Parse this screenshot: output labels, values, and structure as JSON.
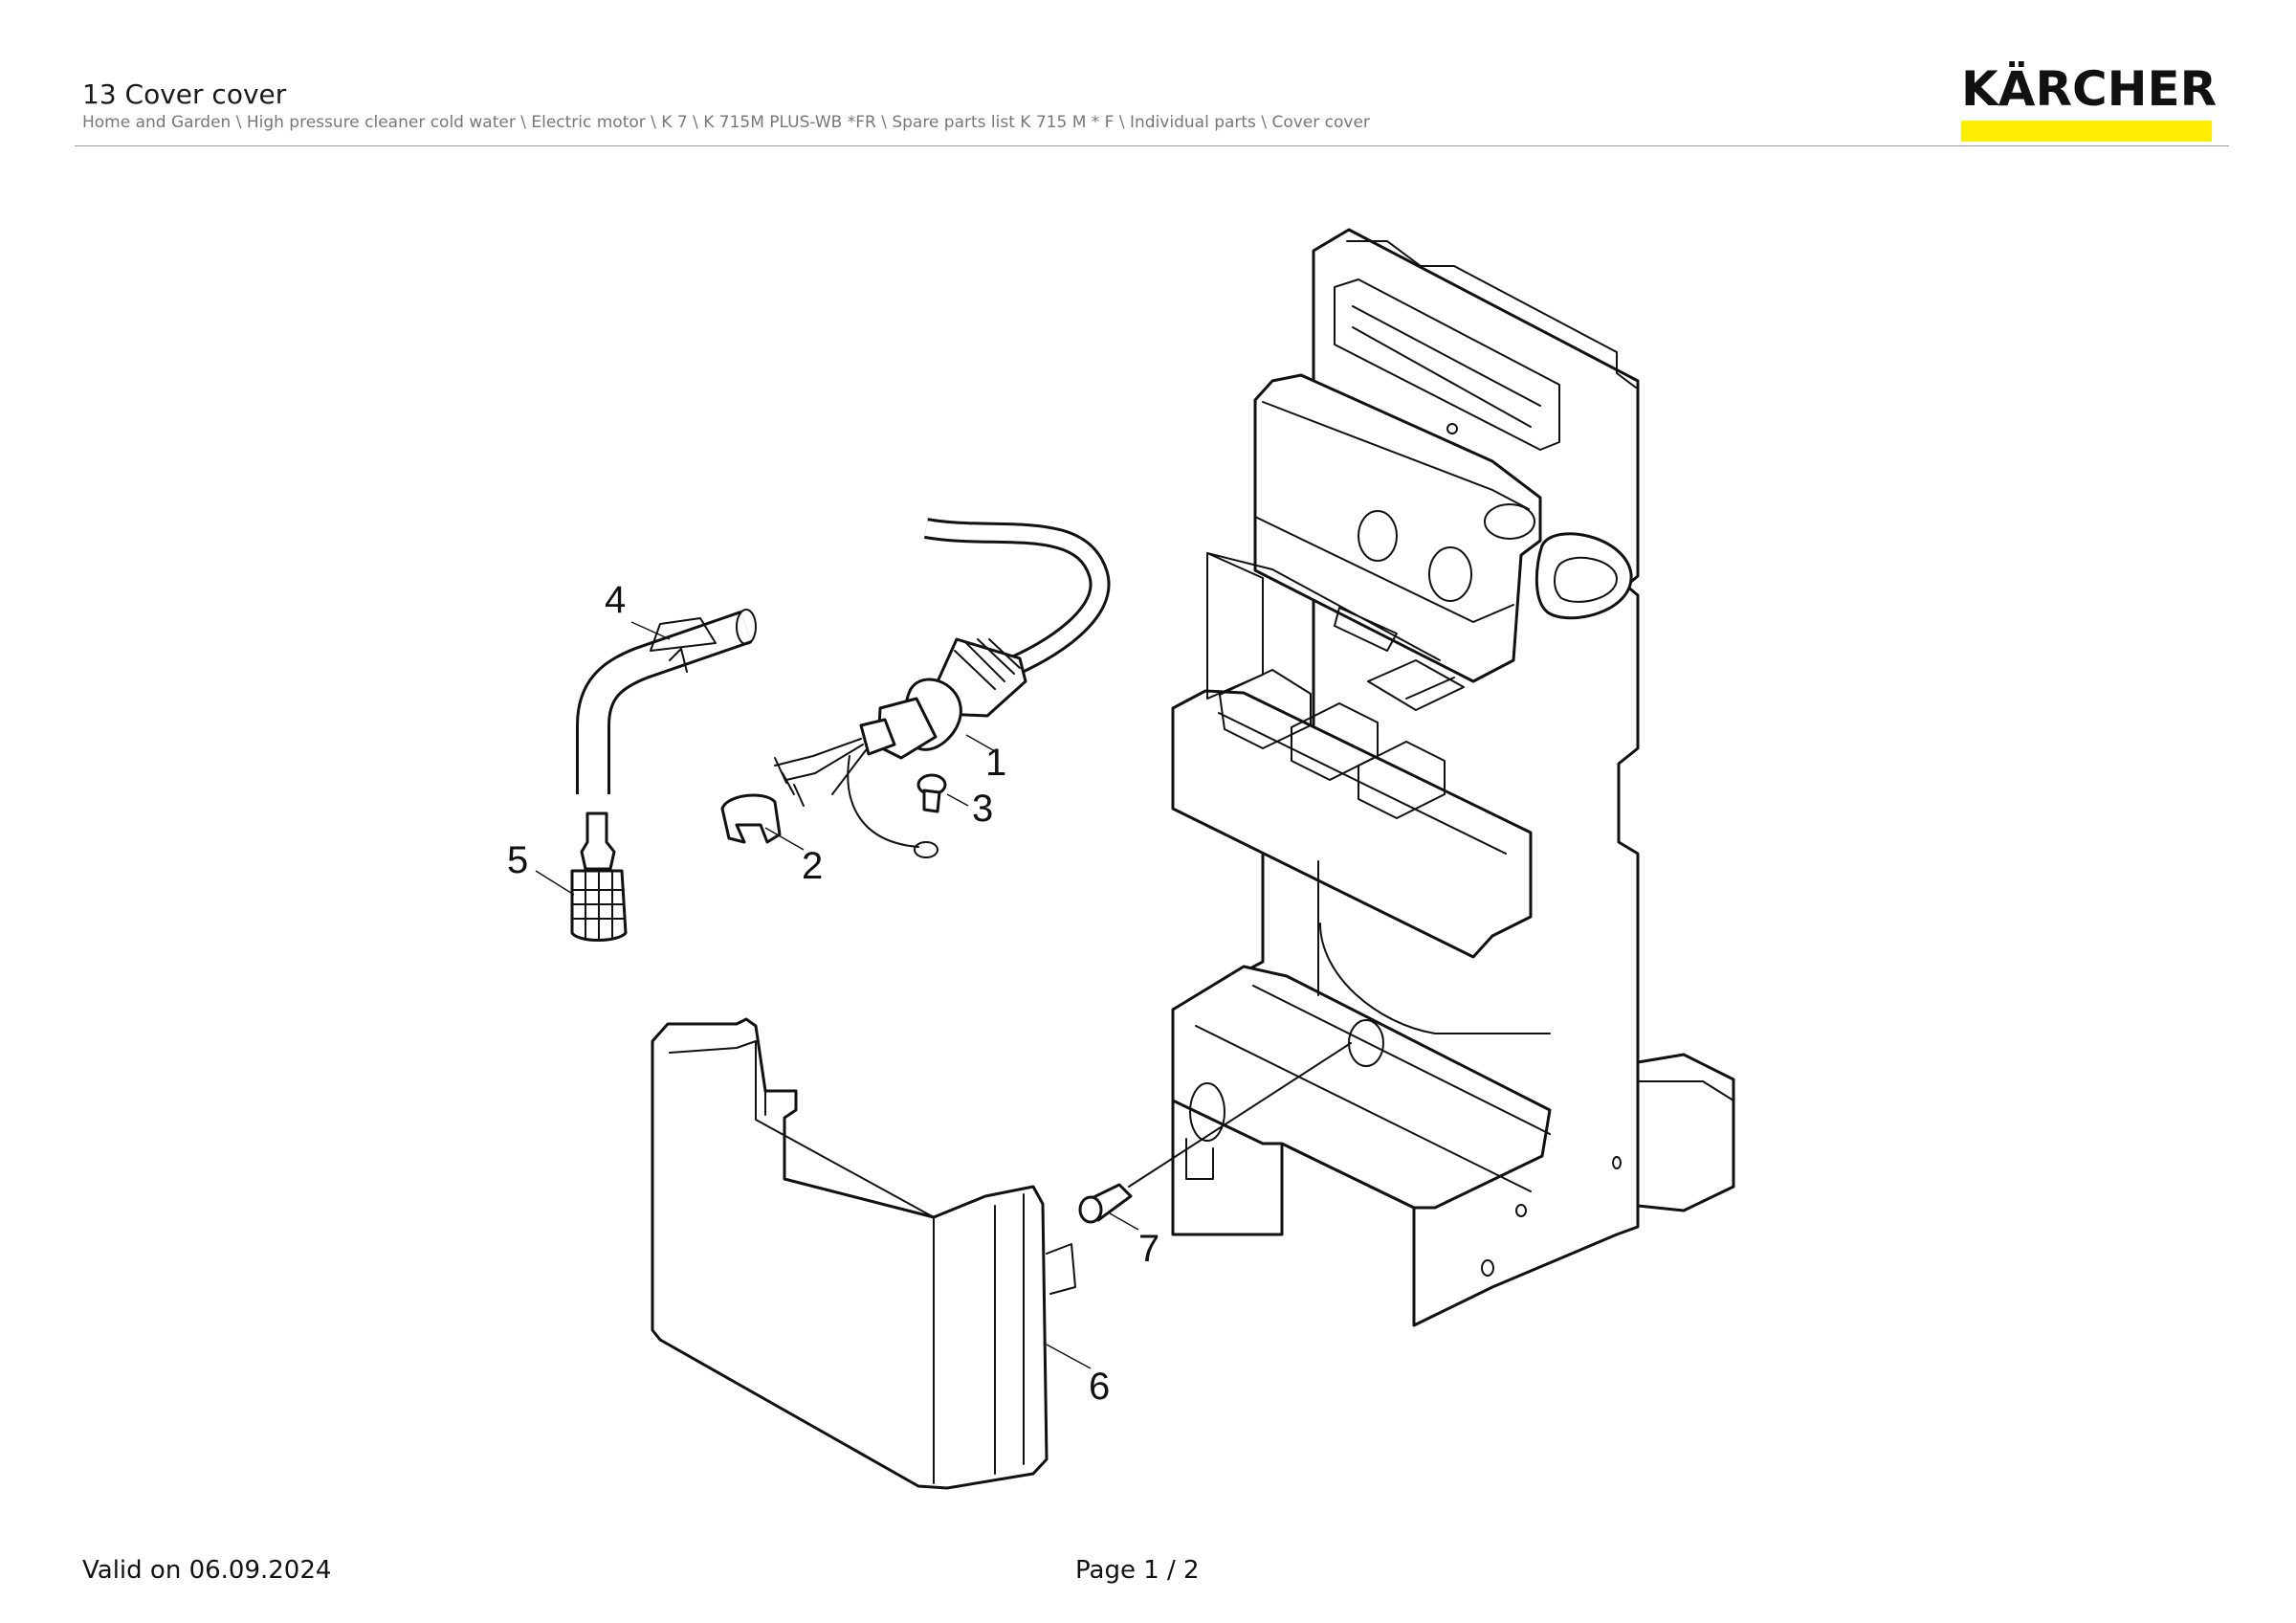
{
  "header": {
    "title": "13 Cover cover",
    "breadcrumb": "Home and Garden \\ High pressure cleaner cold water \\ Electric motor \\ K 7 \\ K 715M PLUS-WB *FR \\ Spare parts list K 715 M * F \\ Individual parts \\ Cover cover",
    "logo_text": "KÄRCHER",
    "brand_color": "#ffed00"
  },
  "diagram": {
    "part_labels": [
      "1",
      "2",
      "3",
      "4",
      "5",
      "6",
      "7"
    ]
  },
  "footer": {
    "valid_on": "Valid on 06.09.2024",
    "page": "Page 1 / 2"
  }
}
